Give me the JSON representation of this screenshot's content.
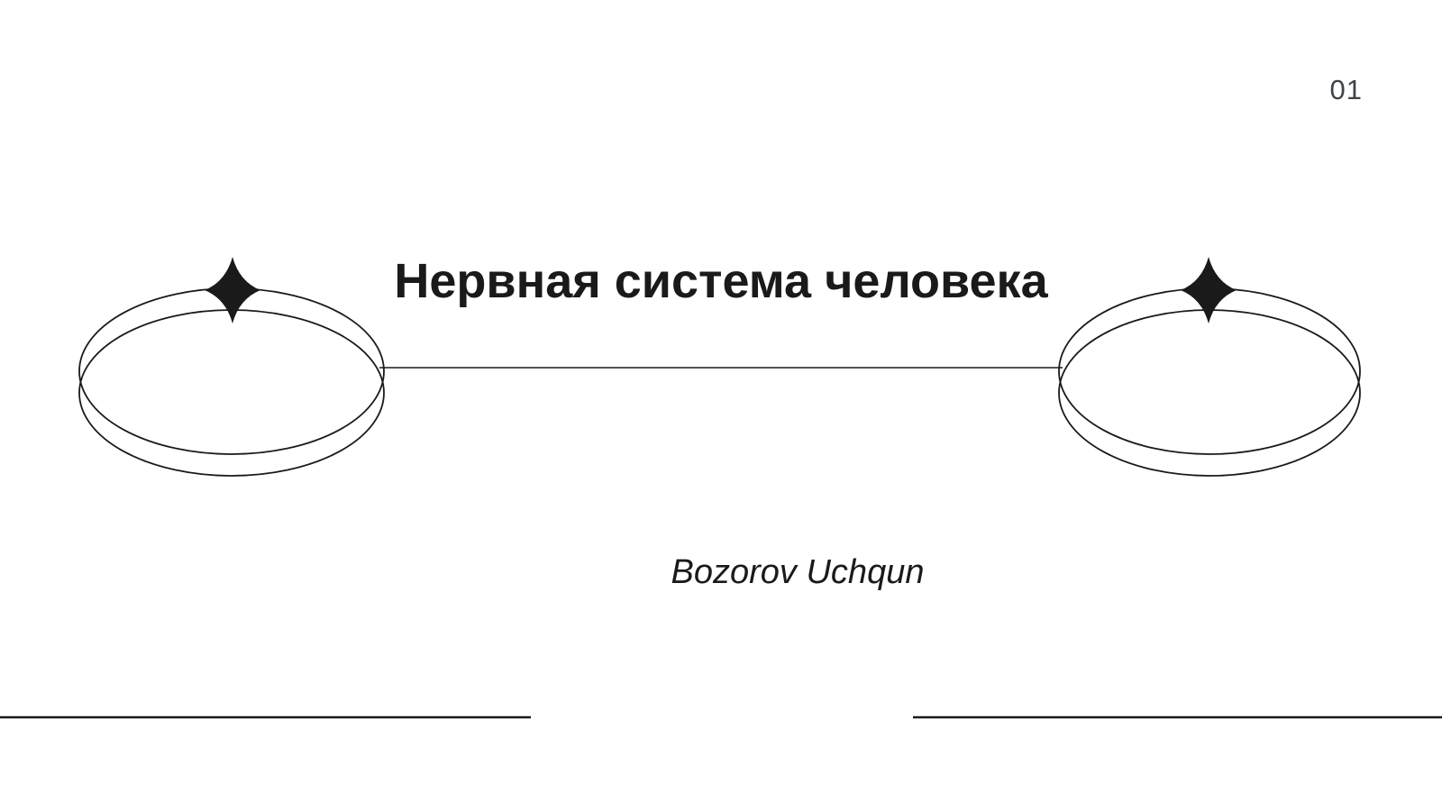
{
  "page": {
    "number": "01"
  },
  "slide": {
    "title": "Нервная система человека",
    "author": "Bozorov Uchqun"
  },
  "decor": {
    "left_shape": "double-ellipse-ring",
    "right_shape": "double-ellipse-ring",
    "sparkle_icon": "four-point-star",
    "colors": {
      "background": "#ffffff",
      "ink": "#1a1a1a",
      "page_number": "#3d4349"
    }
  }
}
